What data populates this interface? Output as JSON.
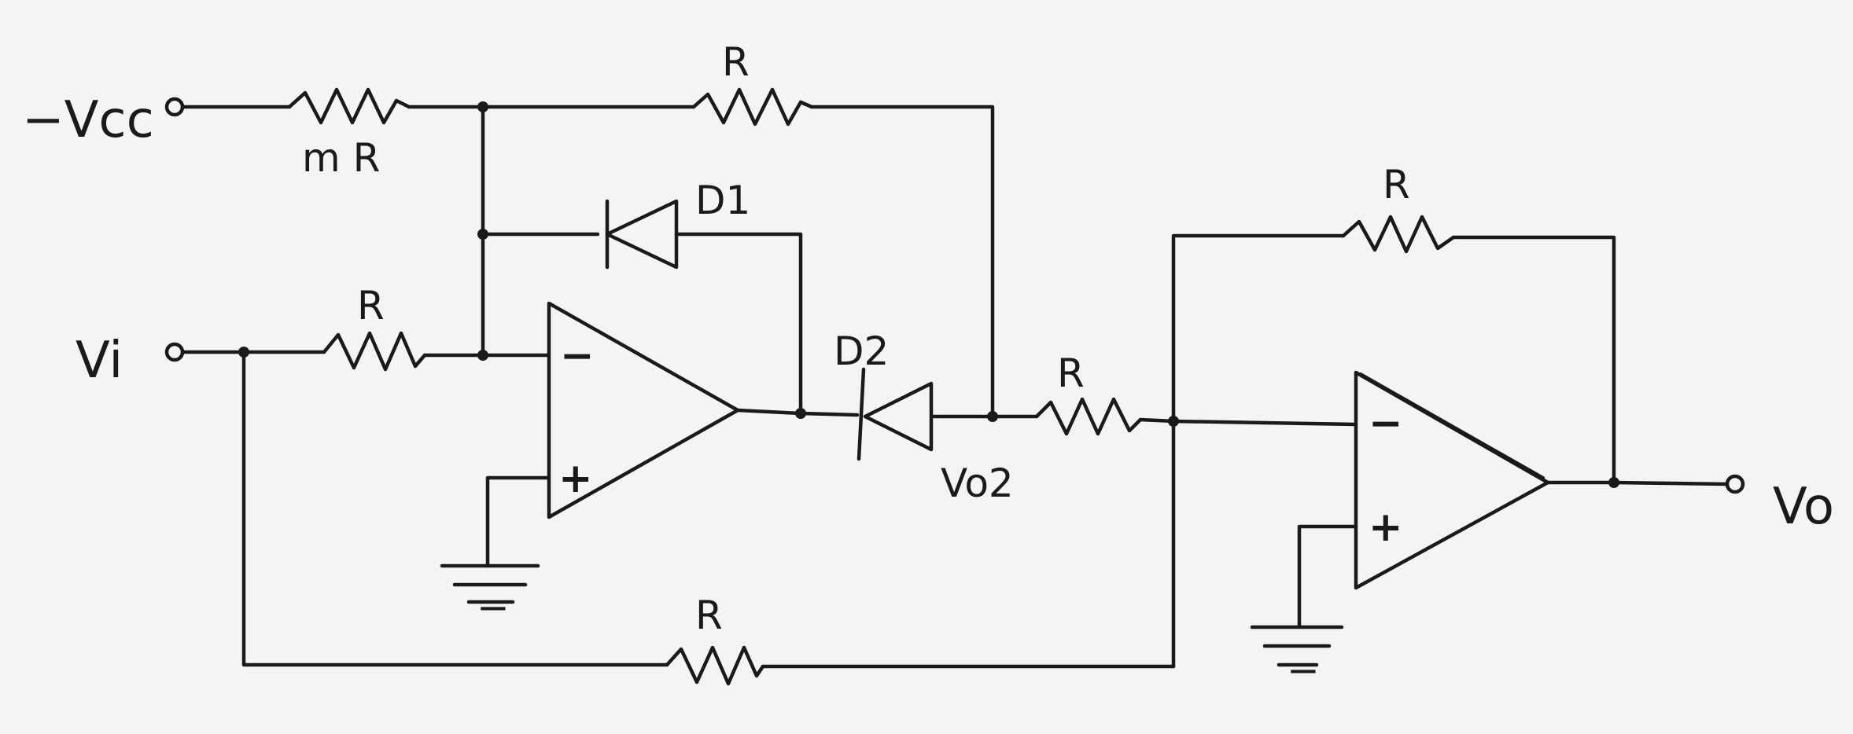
{
  "diagram": {
    "terminals": {
      "neg_vcc": "−Vcc",
      "vi": "Vi",
      "vo": "Vo"
    },
    "resistors": {
      "r_mr": "m R",
      "r_top": "R",
      "r_in": "R",
      "r_mid": "R",
      "r_fb2": "R",
      "r_bottom": "R"
    },
    "diodes": {
      "d1": "D1",
      "d2": "D2"
    },
    "node_labels": {
      "vo2": "Vo2"
    },
    "opamp_pins": {
      "a1_inv": "−",
      "a1_noninv": "+",
      "a2_inv": "−",
      "a2_noninv": "+"
    },
    "ground_marks": {
      "g1": "−",
      "g2": "−"
    }
  }
}
